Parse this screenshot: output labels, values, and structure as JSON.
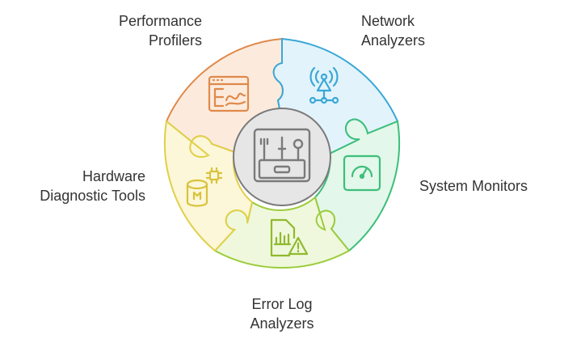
{
  "segments": [
    {
      "id": "performance-profilers",
      "lines": [
        "Performance",
        "Profilers"
      ],
      "icon": "browser-chart-icon",
      "stroke": "#e0894a",
      "fill": "#fcebdd"
    },
    {
      "id": "network-analyzers",
      "lines": [
        "Network",
        "Analyzers"
      ],
      "icon": "antenna-network-icon",
      "stroke": "#3aa7d6",
      "fill": "#e2f3fb"
    },
    {
      "id": "system-monitors",
      "lines": [
        "System Monitors"
      ],
      "icon": "gauge-monitor-icon",
      "stroke": "#3cbf7a",
      "fill": "#e3f7ea"
    },
    {
      "id": "error-log-analyzers",
      "lines": [
        "Error Log",
        "Analyzers"
      ],
      "icon": "log-warning-icon",
      "stroke": "#9ccc3c",
      "fill": "#eff8dc"
    },
    {
      "id": "hardware-diagnostic-tools",
      "lines": [
        "Hardware",
        "Diagnostic Tools"
      ],
      "icon": "chip-database-icon",
      "stroke": "#e1cf4a",
      "fill": "#fcf7d8"
    }
  ],
  "center": {
    "icon": "toolbox-icon",
    "stroke": "#7a7a7a",
    "fill": "#e6e6e6"
  }
}
